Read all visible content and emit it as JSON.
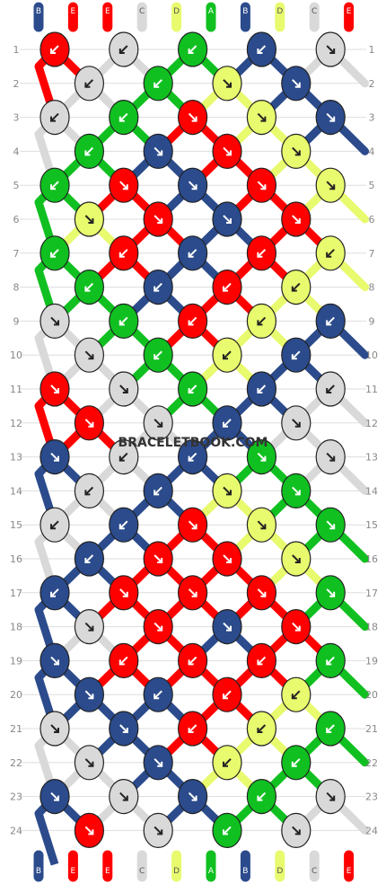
{
  "watermark": "BRACELETBOOK.COM",
  "colors": {
    "B": "#2b4b8c",
    "E": "#ff0000",
    "C": "#d9d9d9",
    "D": "#e8fa6e",
    "A": "#10c020"
  },
  "strands_top": [
    "B",
    "E",
    "E",
    "C",
    "D",
    "A",
    "B",
    "D",
    "C",
    "E"
  ],
  "strands_bottom": [
    "B",
    "E",
    "E",
    "C",
    "D",
    "A",
    "B",
    "D",
    "C",
    "E"
  ],
  "row_numbers": [
    "1",
    "2",
    "3",
    "4",
    "5",
    "6",
    "7",
    "8",
    "9",
    "10",
    "11",
    "12",
    "13",
    "14",
    "15",
    "16",
    "17",
    "18",
    "19",
    "20",
    "21",
    "22",
    "23",
    "24"
  ],
  "knot_rows": [
    {
      "k": [
        "E",
        "C",
        "A",
        "B",
        "C"
      ],
      "d": [
        "sw",
        "sw",
        "sw",
        "sw",
        "se"
      ]
    },
    {
      "k": [
        "C",
        "A",
        "D",
        "B"
      ],
      "d": [
        "sw",
        "sw",
        "se",
        "se"
      ]
    },
    {
      "k": [
        "C",
        "A",
        "E",
        "D",
        "B"
      ],
      "d": [
        "sw",
        "sw",
        "se",
        "se",
        "se"
      ]
    },
    {
      "k": [
        "A",
        "B",
        "E",
        "D"
      ],
      "d": [
        "sw",
        "se",
        "se",
        "se"
      ]
    },
    {
      "k": [
        "A",
        "E",
        "B",
        "E",
        "D"
      ],
      "d": [
        "sw",
        "se",
        "se",
        "se",
        "se"
      ]
    },
    {
      "k": [
        "D",
        "E",
        "B",
        "E"
      ],
      "d": [
        "se",
        "se",
        "se",
        "se"
      ]
    },
    {
      "k": [
        "A",
        "E",
        "B",
        "E",
        "D"
      ],
      "d": [
        "sw",
        "sw",
        "sw",
        "sw",
        "sw"
      ]
    },
    {
      "k": [
        "A",
        "B",
        "E",
        "D"
      ],
      "d": [
        "sw",
        "sw",
        "sw",
        "sw"
      ]
    },
    {
      "k": [
        "C",
        "A",
        "E",
        "D",
        "B"
      ],
      "d": [
        "se",
        "sw",
        "sw",
        "sw",
        "sw"
      ]
    },
    {
      "k": [
        "C",
        "A",
        "D",
        "B"
      ],
      "d": [
        "se",
        "sw",
        "sw",
        "sw"
      ]
    },
    {
      "k": [
        "E",
        "C",
        "A",
        "B",
        "C"
      ],
      "d": [
        "se",
        "se",
        "sw",
        "sw",
        "sw"
      ]
    },
    {
      "k": [
        "E",
        "C",
        "B",
        "C"
      ],
      "d": [
        "se",
        "se",
        "sw",
        "se"
      ]
    },
    {
      "k": [
        "B",
        "C",
        "B",
        "A",
        "C"
      ],
      "d": [
        "se",
        "sw",
        "sw",
        "se",
        "se"
      ]
    },
    {
      "k": [
        "C",
        "B",
        "D",
        "A"
      ],
      "d": [
        "sw",
        "sw",
        "se",
        "se"
      ]
    },
    {
      "k": [
        "C",
        "B",
        "E",
        "D",
        "A"
      ],
      "d": [
        "sw",
        "sw",
        "se",
        "se",
        "se"
      ]
    },
    {
      "k": [
        "B",
        "E",
        "E",
        "D"
      ],
      "d": [
        "sw",
        "se",
        "se",
        "se"
      ]
    },
    {
      "k": [
        "B",
        "E",
        "E",
        "E",
        "A"
      ],
      "d": [
        "sw",
        "se",
        "se",
        "se",
        "se"
      ]
    },
    {
      "k": [
        "C",
        "E",
        "B",
        "E"
      ],
      "d": [
        "se",
        "se",
        "se",
        "se"
      ]
    },
    {
      "k": [
        "B",
        "E",
        "E",
        "E",
        "A"
      ],
      "d": [
        "se",
        "sw",
        "sw",
        "sw",
        "sw"
      ]
    },
    {
      "k": [
        "B",
        "B",
        "E",
        "D"
      ],
      "d": [
        "se",
        "sw",
        "sw",
        "sw"
      ]
    },
    {
      "k": [
        "C",
        "B",
        "E",
        "D",
        "A"
      ],
      "d": [
        "se",
        "se",
        "sw",
        "sw",
        "sw"
      ]
    },
    {
      "k": [
        "C",
        "B",
        "D",
        "A"
      ],
      "d": [
        "se",
        "se",
        "sw",
        "sw"
      ]
    },
    {
      "k": [
        "B",
        "C",
        "B",
        "A",
        "C"
      ],
      "d": [
        "se",
        "se",
        "se",
        "sw",
        "se"
      ]
    },
    {
      "k": [
        "E",
        "C",
        "A",
        "C"
      ],
      "d": [
        "se",
        "se",
        "sw",
        "se"
      ]
    }
  ]
}
